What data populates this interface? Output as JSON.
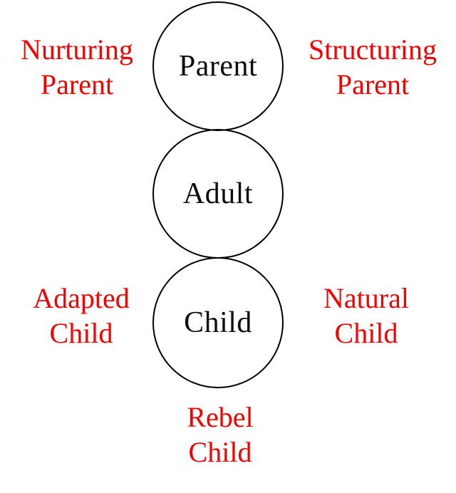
{
  "diagram": {
    "type": "ego-state-diagram",
    "background_color": "#ffffff",
    "circle_stroke_color": "#000000",
    "circle_label_color": "#0d0d14",
    "annotation_color": "#f60000",
    "circles": [
      {
        "id": "parent",
        "label": "Parent"
      },
      {
        "id": "adult",
        "label": "Adult"
      },
      {
        "id": "child",
        "label": "Child"
      }
    ],
    "annotations": [
      {
        "id": "nurturing-parent",
        "text": "Nurturing\nParent",
        "position": "left-of-parent"
      },
      {
        "id": "structuring-parent",
        "text": "Structuring\nParent",
        "position": "right-of-parent"
      },
      {
        "id": "adapted-child",
        "text": "Adapted\nChild",
        "position": "left-of-child"
      },
      {
        "id": "natural-child",
        "text": "Natural\nChild",
        "position": "right-of-child"
      },
      {
        "id": "rebel-child",
        "text": "Rebel\nChild",
        "position": "below-child"
      }
    ]
  }
}
